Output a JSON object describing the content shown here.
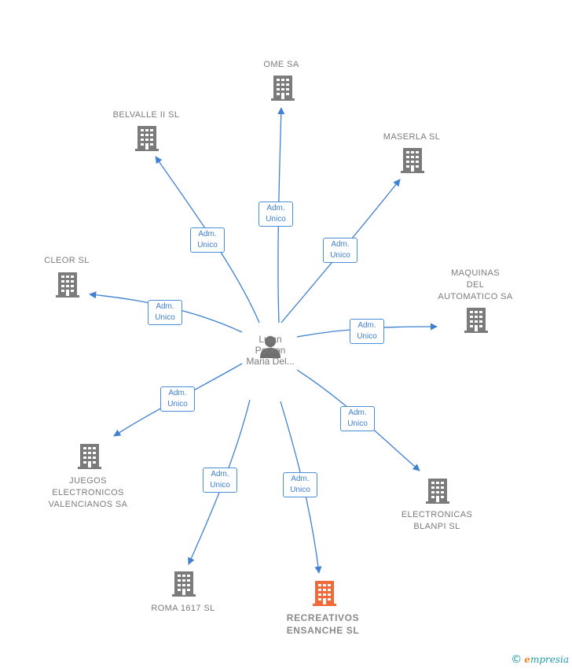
{
  "person": {
    "name_lines": [
      "Lujan",
      "Pedron",
      "Maria Del..."
    ],
    "icon": "person-icon"
  },
  "companies": [
    {
      "id": "ome",
      "name_lines": [
        "OME SA"
      ],
      "icon": "building-icon",
      "highlight": false
    },
    {
      "id": "belvalle",
      "name_lines": [
        "BELVALLE II SL"
      ],
      "icon": "building-icon",
      "highlight": false
    },
    {
      "id": "maserla",
      "name_lines": [
        "MASERLA SL"
      ],
      "icon": "building-icon",
      "highlight": false
    },
    {
      "id": "cleor",
      "name_lines": [
        "CLEOR SL"
      ],
      "icon": "building-icon",
      "highlight": false
    },
    {
      "id": "maquinas",
      "name_lines": [
        "MAQUINAS",
        "DEL",
        "AUTOMATICO SA"
      ],
      "icon": "building-icon",
      "highlight": false
    },
    {
      "id": "juegos",
      "name_lines": [
        "JUEGOS",
        "ELECTRONICOS",
        "VALENCIANOS SA"
      ],
      "icon": "building-icon",
      "highlight": false
    },
    {
      "id": "electronicas",
      "name_lines": [
        "ELECTRONICAS",
        "BLANPI SL"
      ],
      "icon": "building-icon",
      "highlight": false
    },
    {
      "id": "roma",
      "name_lines": [
        "ROMA 1617 SL"
      ],
      "icon": "building-icon",
      "highlight": false
    },
    {
      "id": "recreativos",
      "name_lines": [
        "RECREATIVOS",
        "ENSANCHE SL"
      ],
      "icon": "building-icon",
      "highlight": true
    }
  ],
  "edges": [
    {
      "to": "ome",
      "label_lines": [
        "Adm.",
        "Unico"
      ]
    },
    {
      "to": "belvalle",
      "label_lines": [
        "Adm.",
        "Unico"
      ]
    },
    {
      "to": "maserla",
      "label_lines": [
        "Adm.",
        "Unico"
      ]
    },
    {
      "to": "cleor",
      "label_lines": [
        "Adm.",
        "Unico"
      ]
    },
    {
      "to": "maquinas",
      "label_lines": [
        "Adm.",
        "Unico"
      ]
    },
    {
      "to": "juegos",
      "label_lines": [
        "Adm.",
        "Unico"
      ]
    },
    {
      "to": "electronicas",
      "label_lines": [
        "Adm.",
        "Unico"
      ]
    },
    {
      "to": "roma",
      "label_lines": [
        "Adm.",
        "Unico"
      ]
    },
    {
      "to": "recreativos",
      "label_lines": [
        "Adm.",
        "Unico"
      ]
    }
  ],
  "colors": {
    "edge": "#3f80d2",
    "node": "#7b7b7b",
    "highlight": "#f26a3a",
    "person": "#6f6f6f"
  },
  "brand": {
    "copyright": "©",
    "initial": "e",
    "rest": "mpresia"
  }
}
